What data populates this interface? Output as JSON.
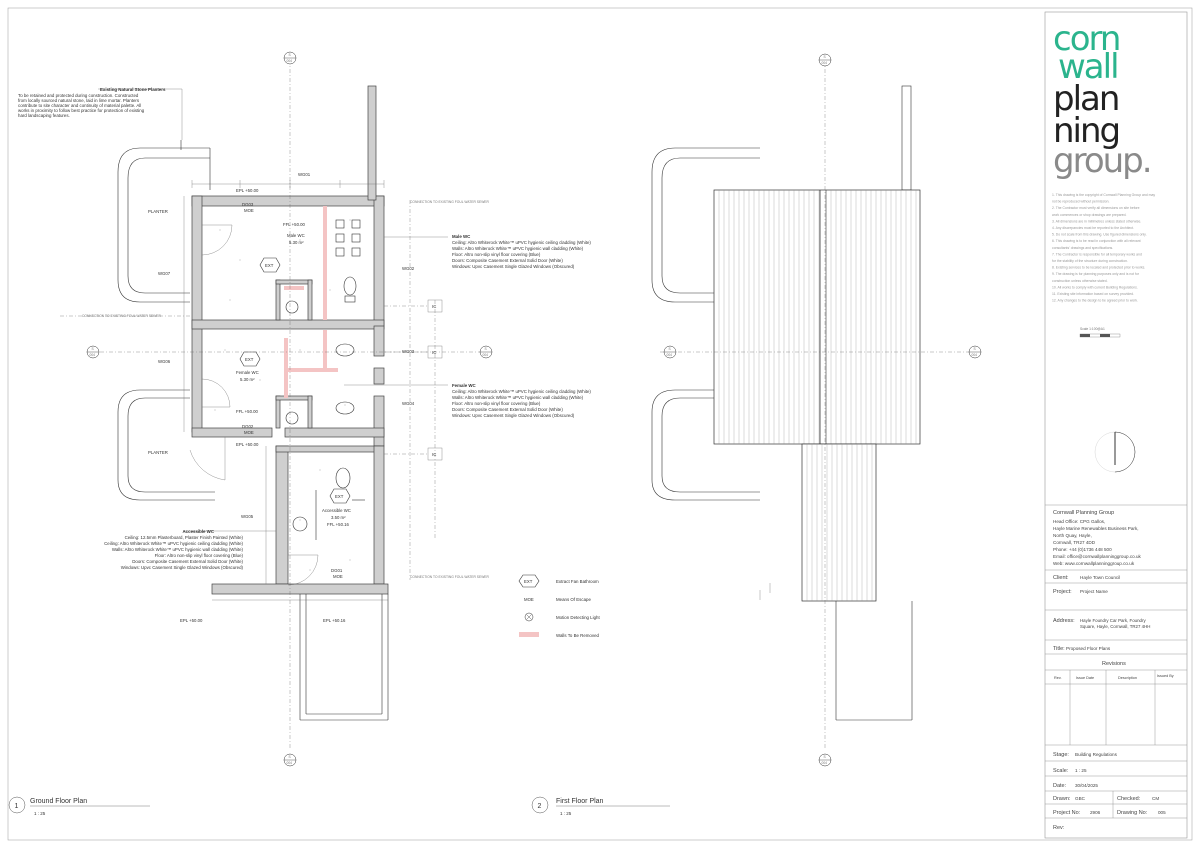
{
  "logo": {
    "lines": [
      "corn",
      "wall",
      "plan",
      "ning",
      "group."
    ],
    "color_top": "#2bb48d",
    "color_mid": "#222222",
    "color_bottom": "#8a8a8a"
  },
  "drawings": {
    "ground": {
      "number": "1",
      "title": "Ground Floor Plan",
      "scale": "1 : 25"
    },
    "first": {
      "number": "2",
      "title": "First Floor Plan",
      "scale": "1 : 25"
    }
  },
  "section_markers": {
    "number": "S",
    "ref": "004"
  },
  "rooms": {
    "male": {
      "name": "Male WC",
      "area": "5.30 m²"
    },
    "female": {
      "name": "Female WC",
      "area": "5.30 m²"
    },
    "accessible": {
      "name": "Accessible WC",
      "area": "3.50 m²"
    }
  },
  "door_tags": [
    "DG03",
    "DG02",
    "DG01"
  ],
  "moe": "MOE",
  "ext": "EXT",
  "ic": "IC",
  "window_tags": [
    "WG01",
    "WG02",
    "WG03",
    "WG04",
    "WG05",
    "WG06",
    "WG07"
  ],
  "levels": {
    "epl50": "EPL +50.00",
    "ffl50": "FFL +50.00",
    "epl5016": "EPL +50.16",
    "ffl5016": "FFL +50.16"
  },
  "planter": "PLANTER",
  "connection_note": "CONNECTION TO EXISTING FOUL WATER SEWER",
  "planters_note": {
    "title": "Existing Natural Stone Planters",
    "lines": [
      "To be retained and protected during construction. Constructed",
      "from locally sourced natural stone, laid in lime mortar. Planters",
      "contribute to site character and continuity of material palette. All",
      "works in proximity to follow best practice for protection of existing",
      "hard landscaping features."
    ]
  },
  "male_spec": {
    "title": "Male WC",
    "lines": [
      "Ceiling: Altro Whiterock White™ uPVC hygienic ceiling cladding (White)",
      "Walls: Altro Whiterock White™ uPVC hygienic wall cladding (White)",
      "Floor: Altro non-slip vinyl floor covering (Blue)",
      "Doors: Composite Casement External Solid Door (White)",
      "Windows: Upvc Casement Single Glazed Windows (Obscured)"
    ]
  },
  "female_spec": {
    "title": "Female WC",
    "lines": [
      "Ceiling: Altro Whiterock White™ uPVC hygienic ceiling cladding (White)",
      "Walls: Altro Whiterock White™ uPVC hygienic wall cladding (White)",
      "Floor: Altro non-slip vinyl floor covering (Blue)",
      "Doors: Composite Casement External Solid Door (White)",
      "Windows: Upvc Casement Single Glazed Windows (Obscured)"
    ]
  },
  "accessible_spec": {
    "title": "Accessible WC",
    "lines": [
      "Ceiling: 12.5mm Plasterboard, Plaster Finish Painted (White)",
      "Ceiling: Altro Whiterock White™ uPVC hygienic ceiling cladding (White)",
      "Walls: Altro Whiterock White™ uPVC hygienic wall cladding (White)",
      "Floor: Altro non-slip vinyl floor covering (Blue)",
      "Doors: Composite Casement External Solid Door (White)",
      "Windows: Upvc Casement Single Glazed Windows (Obscured)"
    ]
  },
  "legend": [
    {
      "symbol": "EXT",
      "label": "Extract Fan Bathroom"
    },
    {
      "symbol": "MOE",
      "label": "Means Of Escape"
    },
    {
      "symbol": "",
      "label": "Motion Detecting Light"
    },
    {
      "symbol": "",
      "label": "Walls To Be Removed",
      "color": "#f4c4c4"
    }
  ],
  "scale_bar_label": "Scale 1:100@A1",
  "disclaimer_lines": [
    "1. This drawing is the copyright of Cornwall Planning Group and may",
    "not be reproduced without permission.",
    "2. The Contractor must verify all dimensions on site before",
    "work commences or shop drawings are prepared.",
    "3. All dimensions are in millimetres unless stated otherwise.",
    "4. Any discrepancies must be reported to the Architect.",
    "5. Do not scale from this drawing. Use figured dimensions only.",
    "6. This drawing is to be read in conjunction with all relevant",
    "consultants' drawings and specifications.",
    "7. The Contractor is responsible for all temporary works and",
    "for the stability of the structure during construction.",
    "8. Existing services to be located and protected prior to works.",
    "9. The drawing is for planning purposes only and is not for",
    "construction unless otherwise stated.",
    "10. All works to comply with current Building Regulations.",
    "11. Existing site information based on survey provided.",
    "12. Any changes to the design to be agreed prior to work."
  ],
  "company": {
    "name": "Cornwall Planning Group",
    "lines": [
      "Head Office: CPG Gallos,",
      "Hayle Marine Renewables Business Park,",
      "North Quay, Hayle,",
      "Cornwall, TR27 4DD",
      "Phone:  +44 (0)1736 448 500",
      "Email: office@cornwallplanninggroup.co.uk",
      "Web: www.cornwallplanninggroup.co.uk"
    ]
  },
  "title_block": {
    "client_label": "Client:",
    "client": "Hayle Town Council",
    "project_label": "Project:",
    "project": "Project Name",
    "address_label": "Address:",
    "address_lines": [
      "Hayle Foundry Car Park, Foundry",
      "Square, Hayle, Cornwall, TR27 4HH"
    ],
    "title_label": "Title:",
    "title": "Proposed Floor Plans",
    "revisions_label": "Revisions",
    "rev_headers": [
      "Rev.",
      "Issue Date",
      "Description",
      "Issued By"
    ],
    "stage_label": "Stage:",
    "stage": "Building Regulations",
    "scale_label": "Scale:",
    "scale": "1 : 25",
    "date_label": "Date:",
    "date": "30/04/2025",
    "drawn_label": "Drawn:",
    "drawn": "GBC",
    "checked_label": "Checked:",
    "checked": "CM",
    "project_no_label": "Project No:",
    "project_no": "2906",
    "drawing_no_label": "Drawing No:",
    "drawing_no": "005",
    "rev_label": "Rev:"
  }
}
